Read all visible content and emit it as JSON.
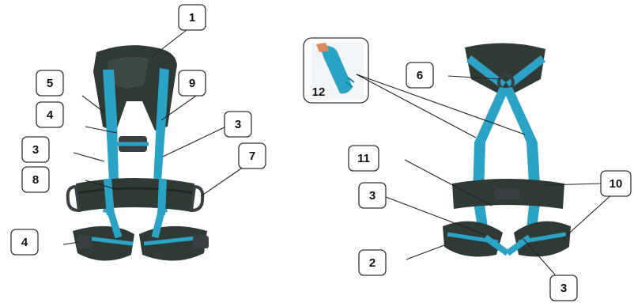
{
  "colors": {
    "webbing": "#2ba3c6",
    "webbing_dark": "#1c7f9e",
    "padding": "#2f3a35",
    "padding_dark": "#1f2624",
    "buckle": "#3a3f44",
    "callout_border": "#333333",
    "leader_line": "#222222"
  },
  "callouts": {
    "c1": "1",
    "c2": "2",
    "c3a": "3",
    "c3b": "3",
    "c3c": "3",
    "c3d": "3",
    "c4a": "4",
    "c4b": "4",
    "c5": "5",
    "c6": "6",
    "c7": "7",
    "c8": "8",
    "c9": "9",
    "c10": "10",
    "c11": "11",
    "c12": "12"
  },
  "images": {
    "front_view": "harness-front-photo",
    "back_view": "harness-back-photo",
    "inset": "webbing-detail-inset"
  }
}
